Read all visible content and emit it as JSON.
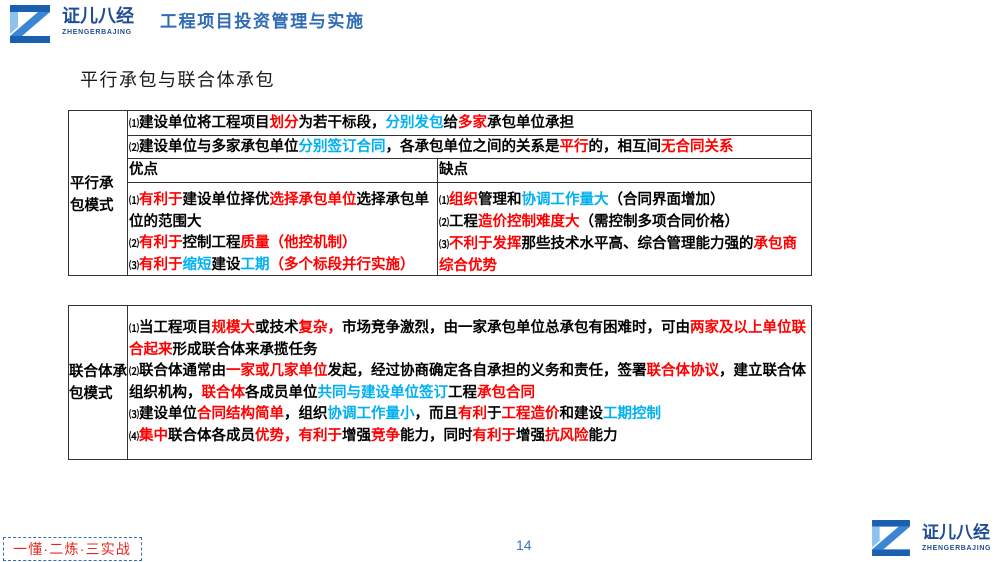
{
  "brand": {
    "name": "证儿八经",
    "pinyin": "ZHENGERBAJING"
  },
  "course_title": "工程项目投资管理与实施",
  "heading": "平行承包与联合体承包",
  "colors": {
    "highlight_red": "#ff0000",
    "highlight_blue": "#00b0f0",
    "brand_blue": "#1f4e96",
    "title_blue": "#2f6cb5",
    "table_border": "#333333",
    "slogan_red": "#e8261f"
  },
  "parallel_table": {
    "label": "平行承包模式",
    "rows": [
      {
        "num": "⑴",
        "segs": [
          {
            "t": "建设单位将工程项目"
          },
          {
            "t": "划分",
            "c": "#ff0000"
          },
          {
            "t": "为若干标段，"
          },
          {
            "t": "分别发包",
            "c": "#00b0f0"
          },
          {
            "t": "给"
          },
          {
            "t": "多家",
            "c": "#ff0000"
          },
          {
            "t": "承包单位承担"
          }
        ]
      },
      {
        "num": "⑵",
        "segs": [
          {
            "t": "建设单位与多家承包单位"
          },
          {
            "t": "分别签订合同",
            "c": "#00b0f0"
          },
          {
            "t": "，各承包单位之间的关系是"
          },
          {
            "t": "平行",
            "c": "#ff0000"
          },
          {
            "t": "的，相互间"
          },
          {
            "t": "无合同关系",
            "c": "#ff0000"
          }
        ]
      }
    ],
    "advantages": {
      "header": "优点",
      "lines": [
        {
          "num": "⑴",
          "segs": [
            {
              "t": "有利于",
              "c": "#ff0000"
            },
            {
              "t": "建设单位择优"
            },
            {
              "t": "选择承包单位",
              "c": "#ff0000"
            },
            {
              "t": "选择承包单位的范围大"
            }
          ]
        },
        {
          "num": "⑵",
          "segs": [
            {
              "t": "有利于",
              "c": "#ff0000"
            },
            {
              "t": "控制工程"
            },
            {
              "t": "质量（他控机制）",
              "c": "#ff0000"
            }
          ]
        },
        {
          "num": "⑶",
          "segs": [
            {
              "t": "有利于",
              "c": "#ff0000"
            },
            {
              "t": "缩短",
              "c": "#00b0f0"
            },
            {
              "t": "建设"
            },
            {
              "t": "工期",
              "c": "#00b0f0"
            },
            {
              "t": "（多个标段并行实施）",
              "c": "#ff0000"
            }
          ]
        }
      ]
    },
    "disadvantages": {
      "header": "缺点",
      "lines": [
        {
          "num": "⑴",
          "segs": [
            {
              "t": "组织",
              "c": "#ff0000"
            },
            {
              "t": "管理和"
            },
            {
              "t": "协调工作量大",
              "c": "#00b0f0"
            },
            {
              "t": "（合同界面增加）"
            }
          ]
        },
        {
          "num": "⑵",
          "segs": [
            {
              "t": "工程"
            },
            {
              "t": "造价控制难度大",
              "c": "#ff0000"
            },
            {
              "t": "（需控制多项合同价格）"
            }
          ]
        },
        {
          "num": "⑶",
          "segs": [
            {
              "t": "不利于发挥",
              "c": "#ff0000"
            },
            {
              "t": "那些技术水平高、综合管理能力强的"
            },
            {
              "t": "承包商综合优势",
              "c": "#ff0000"
            }
          ]
        }
      ]
    }
  },
  "consortium_table": {
    "label": "联合体承包模式",
    "lines": [
      {
        "num": "⑴",
        "segs": [
          {
            "t": "当工程项目"
          },
          {
            "t": "规模大",
            "c": "#ff0000"
          },
          {
            "t": "或技术"
          },
          {
            "t": "复杂，",
            "c": "#ff0000"
          },
          {
            "t": "市场竞争激烈，由一家承包单位总承包有困难时，可由"
          },
          {
            "t": "两家及以上单位联合起来",
            "c": "#ff0000"
          },
          {
            "t": "形成联合体来承揽任务"
          }
        ]
      },
      {
        "num": "⑵",
        "segs": [
          {
            "t": "联合体通常由"
          },
          {
            "t": "一家或几家单位",
            "c": "#ff0000"
          },
          {
            "t": "发起，经过协商确定各自承担的义务和责任，签署"
          },
          {
            "t": "联合体协议",
            "c": "#ff0000"
          },
          {
            "t": "，建立联合体组织机构，"
          },
          {
            "t": "联合体",
            "c": "#ff0000"
          },
          {
            "t": "各成员单位"
          },
          {
            "t": "共同与建设单位签订",
            "c": "#00b0f0"
          },
          {
            "t": "工程"
          },
          {
            "t": "承包合同",
            "c": "#ff0000"
          }
        ]
      },
      {
        "num": "⑶",
        "segs": [
          {
            "t": "建设单位"
          },
          {
            "t": "合同结构简单",
            "c": "#ff0000"
          },
          {
            "t": "，组织"
          },
          {
            "t": "协调工作量小",
            "c": "#00b0f0"
          },
          {
            "t": "，而且"
          },
          {
            "t": "有利",
            "c": "#ff0000"
          },
          {
            "t": "于"
          },
          {
            "t": "工程造价",
            "c": "#ff0000"
          },
          {
            "t": "和建设"
          },
          {
            "t": "工期控制",
            "c": "#00b0f0"
          }
        ]
      },
      {
        "num": "⑷",
        "segs": [
          {
            "t": "集中",
            "c": "#ff0000"
          },
          {
            "t": "联合体各成员"
          },
          {
            "t": "优势，有利于",
            "c": "#ff0000"
          },
          {
            "t": "增强"
          },
          {
            "t": "竞争",
            "c": "#ff0000"
          },
          {
            "t": "能力，同时"
          },
          {
            "t": "有利于",
            "c": "#ff0000"
          },
          {
            "t": "增强"
          },
          {
            "t": "抗风险",
            "c": "#ff0000"
          },
          {
            "t": "能力"
          }
        ]
      }
    ]
  },
  "footer": {
    "slogan": "一懂·二炼·三实战",
    "page_number": "14"
  }
}
